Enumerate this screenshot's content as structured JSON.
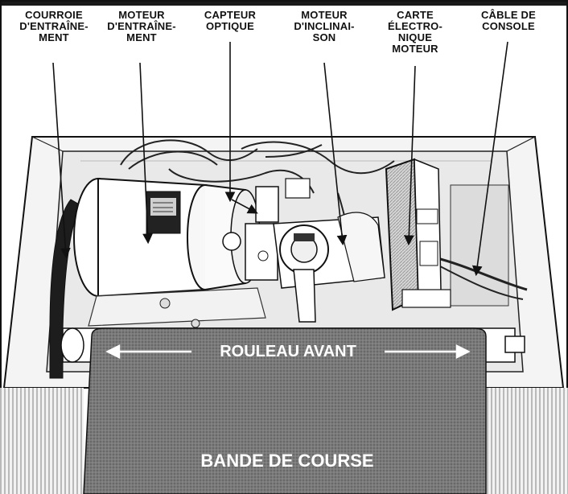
{
  "labels": {
    "belt": "COURROIE\nD'ENTRAÎNE-\nMENT",
    "drive_motor": "MOTEUR\nD'ENTRAÎNE-\nMENT",
    "optical_sensor": "CAPTEUR\nOPTIQUE",
    "incline_motor": "MOTEUR\nD'INCLINAI-\nSON",
    "controller": "CARTE\nÉLECTRO-\nNIQUE\nMOTEUR",
    "console_cable": "CÂBLE DE\nCONSOLE",
    "front_roller": "ROULEAU AVANT",
    "walking_belt": "BANDE DE COURSE"
  },
  "colors": {
    "ink": "#111111",
    "belt_fill": "#6f6f6f",
    "frame": "#efefef",
    "text_light": "#ffffff"
  }
}
